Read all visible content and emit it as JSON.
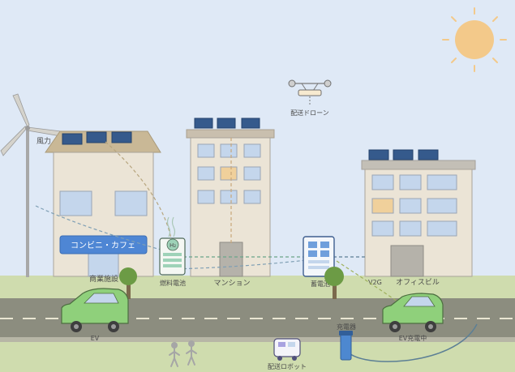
{
  "labels": {
    "wind": "風力",
    "commercial": "商業施設",
    "convenience_sign": "コンビニ・カフェ",
    "fuel_cell": "燃料電池",
    "h2": "H₂",
    "mansion": "マンション",
    "drone": "配送ドローン",
    "storage": "蓄電池",
    "v2g": "V2G",
    "office": "オフィスビル",
    "ev": "EV",
    "charger": "充電器",
    "ev_charging": "EV充電中",
    "robot": "配送ロボット"
  },
  "colors": {
    "sky": "#dfe9f6",
    "sun": "#f3c98a",
    "grass": "#cfdcae",
    "road": "#8c8d7f",
    "building_wall": "#ebe4d6",
    "roof": "#c9b896",
    "window": "#c4d6ec",
    "window_lit": "#f0d09b",
    "solar_panel": "#355a8c",
    "sign_blue": "#4e86d4",
    "car_green": "#8fd07b",
    "tree": "#6c9b45",
    "charger_blue": "#4d88d0",
    "fuel_cell_green": "#9ed2b8"
  },
  "icons": [
    "sun-icon",
    "wind-turbine-icon",
    "drone-icon",
    "tree-icon",
    "car-icon",
    "robot-icon",
    "charger-icon",
    "pedestrian-icon",
    "solar-panel-icon",
    "battery-icon",
    "fuel-cell-icon"
  ]
}
